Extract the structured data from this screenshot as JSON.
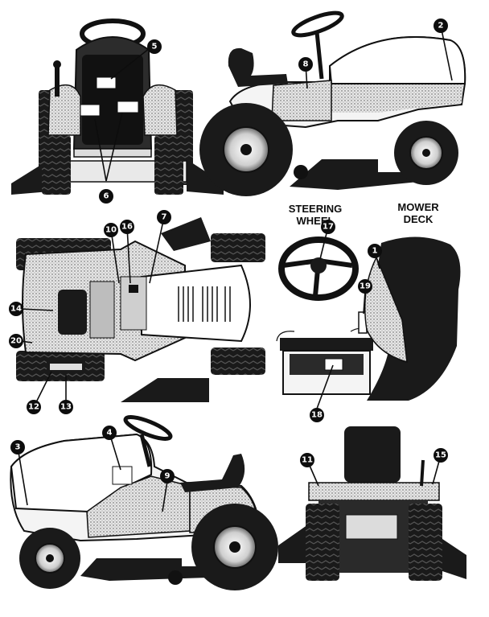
{
  "labels": {
    "steering_wheel_line1": "STEERING",
    "steering_wheel_line2": "WHEEL",
    "mower_deck_line1": "MOWER",
    "mower_deck_line2": "DECK"
  },
  "callouts": [
    "1",
    "2",
    "3",
    "4",
    "5",
    "6",
    "7",
    "8",
    "9",
    "10",
    "11",
    "12",
    "13",
    "14",
    "15",
    "16",
    "17",
    "18",
    "19",
    "20"
  ],
  "colors": {
    "ink": "#111111",
    "paper": "#ffffff"
  }
}
